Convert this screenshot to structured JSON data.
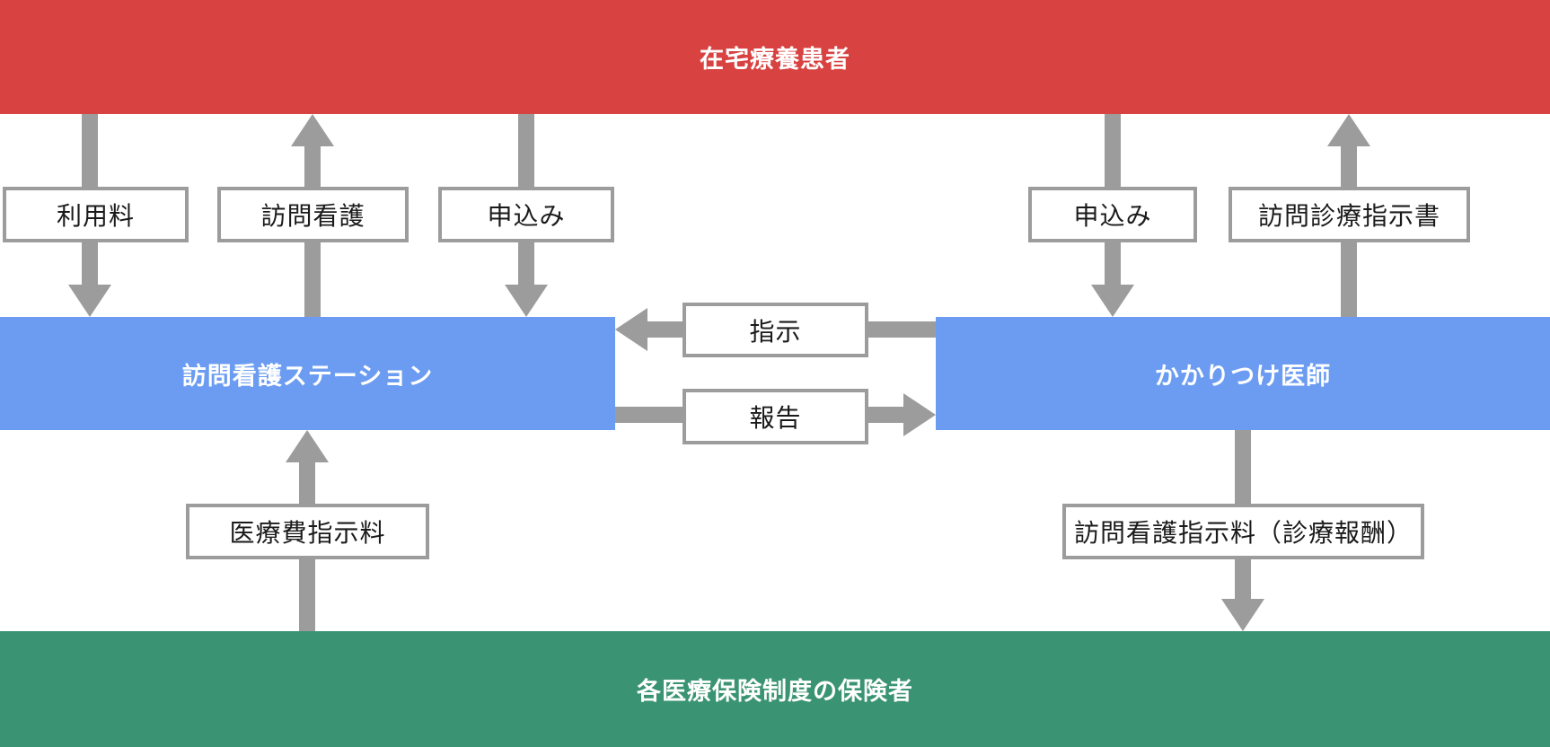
{
  "diagram": {
    "top_bar": {
      "label": "在宅療養患者",
      "color": "#d84342"
    },
    "bottom_bar": {
      "label": "各医療保険制度の保険者",
      "color": "#3a9473"
    },
    "nursing_station_box": {
      "label": "訪問看護ステーション",
      "color": "#6b9cf1"
    },
    "doctor_box": {
      "label": "かかりつけ医師",
      "color": "#6b9cf1"
    },
    "labels": {
      "usage_fee": "利用料",
      "visiting_nursing": "訪問看護",
      "application_left": "申込み",
      "application_right": "申込み",
      "visiting_care_directive": "訪問診療指示書",
      "instruction": "指示",
      "report": "報告",
      "medical_fee_instruction": "医療費指示料",
      "visiting_nursing_instruction_fee": "訪問看護指示料（診療報酬）"
    },
    "arrow_color": "#9c9c9c",
    "label_border_color": "#9c9c9c",
    "label_text_color": "#1a1a1a"
  }
}
